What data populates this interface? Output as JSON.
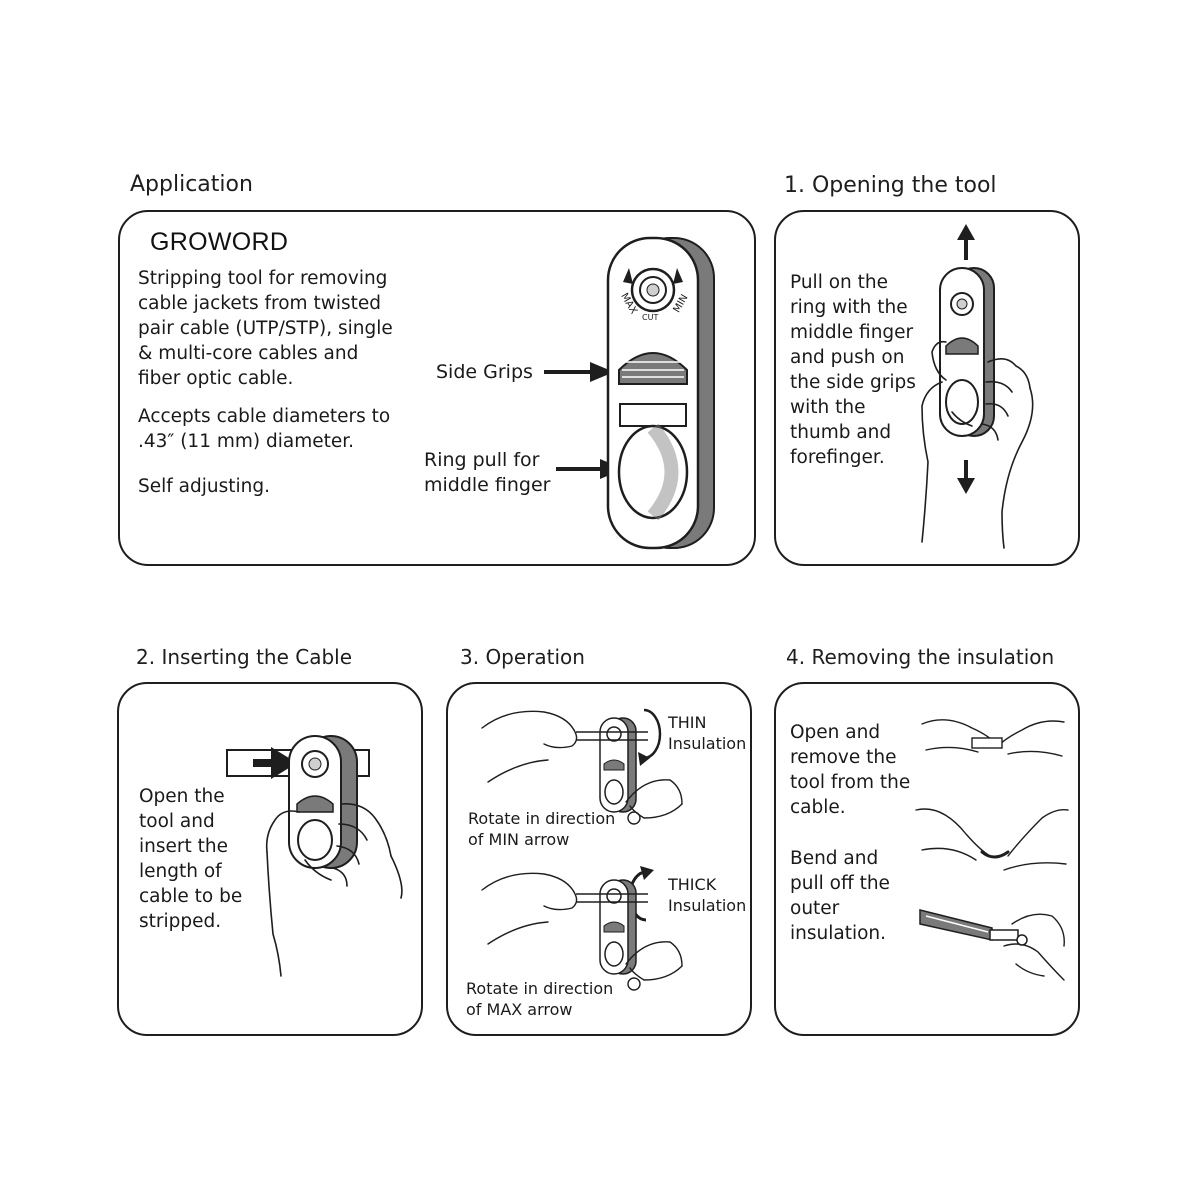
{
  "application": {
    "heading": "Application",
    "brand": "GROWORD",
    "description": "Stripping tool for removing cable jackets from twisted pair cable (UTP/STP), single & multi-core cables and fiber optic cable.",
    "diameters": "Accepts cable diameters to .43″ (11 mm) diameter.",
    "self_adjusting": "Self adjusting.",
    "callout_side_grips": "Side Grips",
    "callout_ring_pull_1": "Ring pull for",
    "callout_ring_pull_2": "middle finger",
    "dial_max": "MAX",
    "dial_cut": "CUT",
    "dial_min": "MIN"
  },
  "step1": {
    "heading": "1.  Opening the tool",
    "text": "Pull on the ring with the middle finger and push on the side grips with the thumb and forefinger."
  },
  "step2": {
    "heading": "2.  Inserting the Cable",
    "text": "Open the tool and insert the length of cable to be stripped."
  },
  "step3": {
    "heading": "3.  Operation",
    "thin_1": "THIN",
    "thin_2": "Insulation",
    "rotate_min_1": "Rotate in direction",
    "rotate_min_2": "of MIN arrow",
    "thick_1": "THICK",
    "thick_2": "Insulation",
    "rotate_max_1": "Rotate in direction",
    "rotate_max_2": "of MAX arrow"
  },
  "step4": {
    "heading": "4.  Removing the insulation",
    "text_open": "Open and remove the tool from the cable.",
    "text_bend": "Bend and pull off the outer insulation."
  },
  "colors": {
    "line": "#1e1e1e",
    "shade": "#7a7a7a",
    "light": "#cfcfcf"
  },
  "icons": [
    "arrow-up-icon",
    "arrow-down-icon",
    "arrow-right-icon",
    "rotate-cw-icon",
    "rotate-ccw-icon",
    "hand-icon",
    "stripping-tool-icon"
  ]
}
